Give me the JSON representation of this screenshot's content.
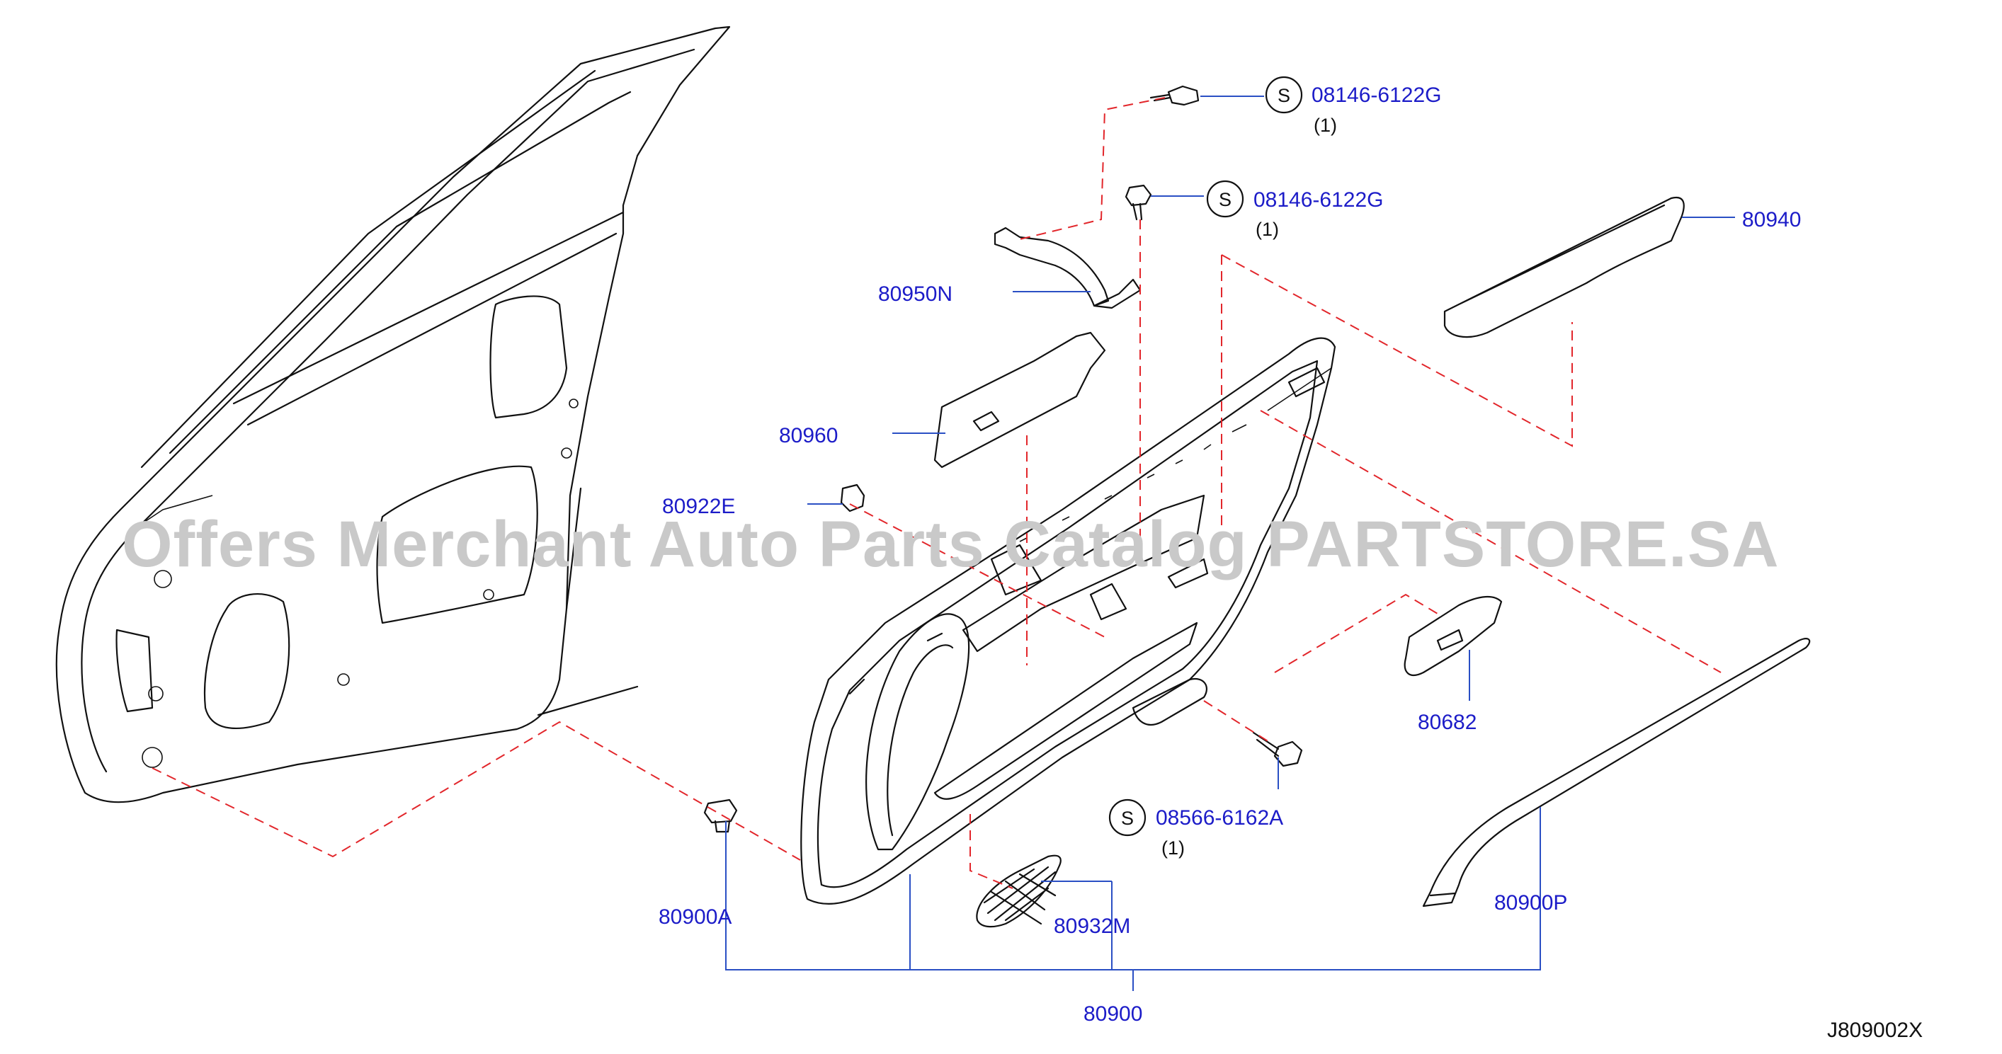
{
  "watermark": "Offers Merchant Auto Parts Catalog PARTSTORE.SA",
  "diagram_code": "J809002X",
  "screw_symbol": "S",
  "parts": {
    "screw_top": {
      "number": "08146-6122G",
      "qty": "(1)"
    },
    "screw_mid": {
      "number": "08146-6122G",
      "qty": "(1)"
    },
    "screw_low": {
      "number": "08566-6162A",
      "qty": "(1)"
    },
    "armrest": "80940",
    "bracket": "80950N",
    "switch_finisher": "80960",
    "clip": "80922E",
    "handle_escutcheon": "80682",
    "clip_a": "80900A",
    "speaker_grille": "80932M",
    "weatherstrip": "80900P",
    "door_trim_assy": "80900"
  }
}
